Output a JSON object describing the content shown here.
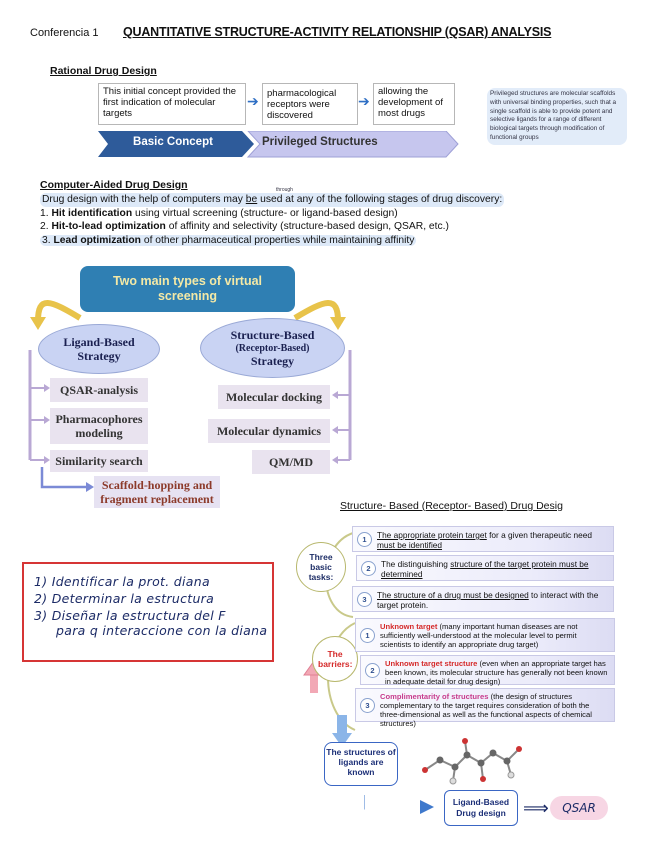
{
  "header": {
    "conferencia": "Conferencia 1",
    "title": "QUANTITATIVE STRUCTURE-ACTIVITY RELATIONSHIP (QSAR) ANALYSIS"
  },
  "rational": {
    "heading": "Rational Drug Design",
    "box1": "This initial concept provided the first indication of molecular targets",
    "box2": "pharmacological receptors were discovered",
    "box3": "allowing the development of most drugs",
    "basic": "Basic Concept",
    "privileged": "Privileged Structures",
    "side_note": "Privileged structures are molecular scaffolds with universal binding properties, such that a single scaffold is able to provide potent and selective ligands for a range of different biological targets through modification of functional groups"
  },
  "cadd": {
    "heading": "Computer-Aided Drug Design",
    "intro_a": "Drug design with the help of computers may ",
    "intro_be": "be",
    "intro_b": " used at any of the following stages of drug discovery:",
    "note_above": "through",
    "item1_num": "1. ",
    "item1_bold": "Hit identification",
    "item1_rest": " using virtual screening (structure- or ligand-based design)",
    "item2_num": "2. ",
    "item2_bold": "Hit-to-lead optimization",
    "item2_rest": " of affinity and selectivity (structure-based design, QSAR, etc.)",
    "item3_num": "3. ",
    "item3_bold": "Lead optimization",
    "item3_rest": " of other pharmaceutical properties while maintaining affinity"
  },
  "vs": {
    "title": "Two main types of virtual screening",
    "ligand_title": "Ligand-Based Strategy",
    "structure_title": "Structure-Based",
    "structure_sub": "(Receptor-Based)",
    "structure_word": "Strategy",
    "ligand_items": [
      "QSAR-analysis",
      "Pharmacophores modeling",
      "Similarity search"
    ],
    "scaffold": "Scaffold-hopping and fragment replacement",
    "structure_items": [
      "Molecular docking",
      "Molecular dynamics",
      "QM/MD"
    ]
  },
  "notes": {
    "line1": "1) Identificar la prot. diana",
    "line2": "2) Determinar la estructura",
    "line3": "3) Diseñar la estructura del F",
    "line4": "para q interaccione con la diana"
  },
  "sbdd": {
    "heading": "Structure- Based (Receptor- Based) Drug Desig",
    "tasks_label": "Three basic tasks:",
    "barriers_label": "The barriers:",
    "task1_u": "The appropriate protein target",
    "task1_mid": " for a given therapeutic need ",
    "task1_u2": "must be identified",
    "task2_a": "The distinguishing ",
    "task2_u": "structure of the target protein must be determined",
    "task3_u": "The structure of a drug must be designed",
    "task3_rest": " to interact with the target protein.",
    "bar1_red": "Unknown target",
    "bar1_rest": " (many important human diseases are not sufficiently well-understood at the molecular level to permit scientists to identify an appropriate drug target)",
    "bar2_red": "Unknown target structure",
    "bar2_rest": " (even when an appropriate target has been known, its molecular structure has generally not been known in adequate detail for drug design)",
    "bar3_red": "Complimentarity of structures",
    "bar3_rest": " (the design of structures complementary to the target requires consideration of both the three-dimensional as well as the functional aspects of chemical structures)",
    "nums": [
      "1",
      "2",
      "3"
    ],
    "ligands_known": "The structures of ligands are known",
    "lbdd": "Ligand-Based Drug design",
    "qsar": "QSAR"
  }
}
